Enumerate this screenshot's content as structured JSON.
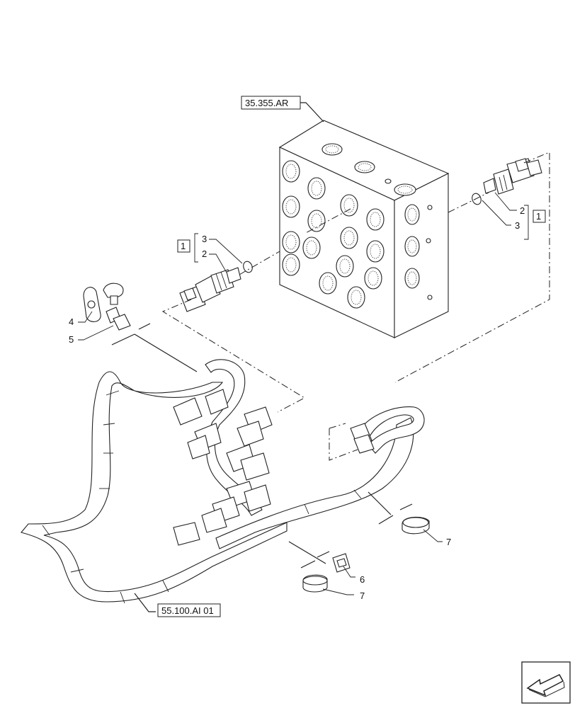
{
  "references": {
    "valve_block": "35.355.AR",
    "harness": "55.100.AI 01"
  },
  "callouts": {
    "left_bracket_group": "1",
    "left_item_3": "3",
    "left_item_2": "2",
    "right_item_2": "2",
    "right_item_3": "3",
    "right_bracket_group": "1",
    "item_4": "4",
    "item_5": "5",
    "item_6": "6",
    "item_7_upper": "7",
    "item_7_lower": "7"
  },
  "icons": {
    "navigation": "arrow-icon"
  }
}
